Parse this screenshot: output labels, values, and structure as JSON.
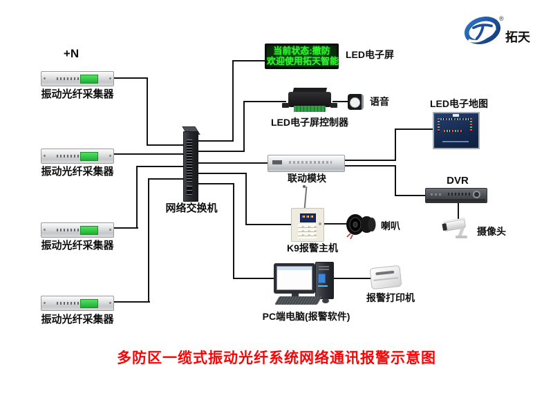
{
  "diagram": {
    "title": "多防区一缆式振动光纤系统网络通讯报警示意图"
  },
  "logo": {
    "brand": "拓天",
    "registered_mark": "®"
  },
  "nodes": {
    "collector": {
      "label": "振动光纤采集器",
      "count_note": "+N"
    },
    "switch": {
      "label": "网络交换机"
    },
    "led_screen": {
      "label": "LED电子屏",
      "display_line1": "当前状态:撤防",
      "display_line2": "欢迎使用拓天智能"
    },
    "led_controller": {
      "label": "LED电子屏控制器"
    },
    "voice": {
      "label": "语音"
    },
    "linkage_module": {
      "label": "联动模块"
    },
    "led_map": {
      "label": "LED电子地图"
    },
    "dvr": {
      "label": "DVR"
    },
    "camera": {
      "label": "摄像头"
    },
    "k9_host": {
      "label": "K9报警主机"
    },
    "horn": {
      "label": "喇叭"
    },
    "pc": {
      "label": "PC端电脑(报警软件)"
    },
    "printer": {
      "label": "报警打印机"
    }
  },
  "colors": {
    "title_red": "#fb0204",
    "led_text_green": "#2df52d",
    "logo_blue": "#1d4f9c",
    "wire_black": "#111111"
  }
}
